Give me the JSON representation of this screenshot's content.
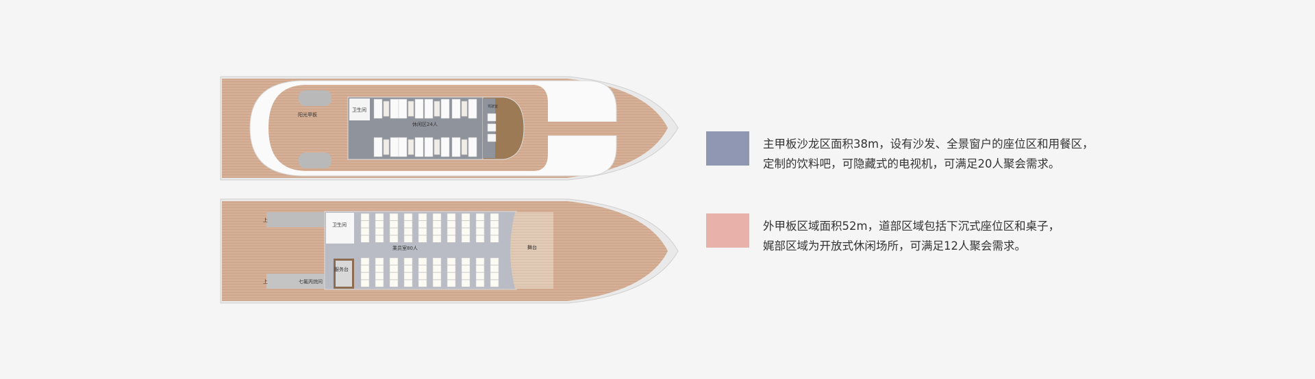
{
  "top_deck": {
    "labels": {
      "sun_deck": "阳光甲板",
      "toilet": "卫生间",
      "lounge": "休闲区24人",
      "cockpit": "驾驶室"
    }
  },
  "main_deck": {
    "labels": {
      "up_1": "上",
      "up_2": "上",
      "toilet": "卫生间",
      "cabin": "乘员室80人",
      "service": "服务台",
      "fire_room": "七氟丙烷间",
      "stage": "舞台"
    },
    "seat_columns": 10,
    "seats_per_column": 4
  },
  "legend": [
    {
      "color": "#9097b3",
      "lines": [
        "主甲板沙龙区面积38m，设有沙发、全景窗户的座位区和用餐区，",
        "定制的饮料吧，可隐藏式的电视机，可满足20人聚会需求。"
      ]
    },
    {
      "color": "#e8b2ab",
      "lines": [
        "外甲板区域面积52m，道部区域包括下沉式座位区和桌子，",
        "娓部区域为开放式休闲场所，可满足12人聚会需求。"
      ]
    }
  ]
}
